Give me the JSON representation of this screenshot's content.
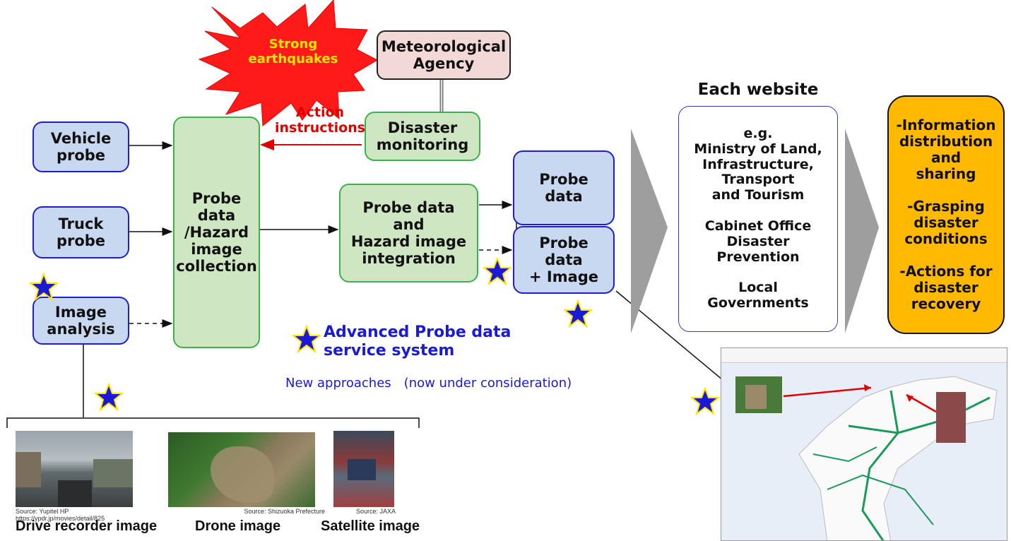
{
  "burst": {
    "label": "Strong\nearthquakes",
    "fill": "#ff1a1a",
    "text_color": "#ffe600"
  },
  "meteorological": {
    "label": "Meteorological\nAgency"
  },
  "action_instructions": {
    "label": "Action\ninstructions",
    "color": "#e00000"
  },
  "disaster_monitoring": {
    "label": "Disaster\nmonitoring"
  },
  "vehicle_probe": {
    "label": "Vehicle\nprobe"
  },
  "truck_probe": {
    "label": "Truck\nprobe"
  },
  "image_analysis": {
    "label": "Image\nanalysis"
  },
  "collection": {
    "label": "Probe\ndata\n/Hazard\nimage\ncollection"
  },
  "integration": {
    "label": "Probe data\nand\nHazard image\nintegration"
  },
  "probe_data": {
    "label": "Probe\ndata"
  },
  "probe_data_image": {
    "label": "Probe\ndata\n+ Image"
  },
  "websites": {
    "title": "Each website",
    "label": "e.g.\nMinistry of Land,\nInfrastructure,\nTransport\nand Tourism\n\nCabinet Office\nDisaster\nPrevention\n\nLocal\nGovernments"
  },
  "outcomes": {
    "label": "-Information\ndistribution\nand\nsharing\n\n-Grasping\ndisaster\nconditions\n\n-Actions for\ndisaster\nrecovery"
  },
  "legend": {
    "title": "Advanced Probe data\nservice system",
    "subtitle": "New approaches　(now under consideration)",
    "color": "#1a1ad6"
  },
  "images": [
    {
      "source": "Source: Yupitel HP https://ypdr.jp/movies/detail/825",
      "caption": "Drive recorder image"
    },
    {
      "source": "Source: Shizuoka Prefecture",
      "caption": "Drone image"
    },
    {
      "source": "Source: JAXA",
      "caption": "Satellite image"
    }
  ],
  "colors": {
    "star": "#1a1ad6",
    "star_outline": "#ffe600",
    "arrow_red": "#e00000",
    "chevron": "#9e9e9e"
  }
}
